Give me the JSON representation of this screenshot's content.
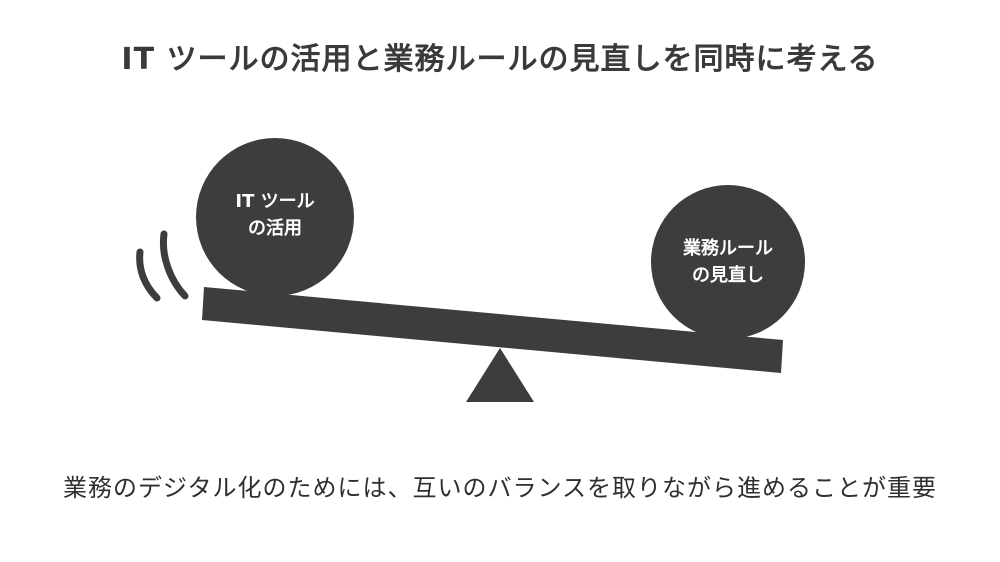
{
  "title": "IT ツールの活用と業務ルールの見直しを同時に考える",
  "left_weight": {
    "line1": "IT ツール",
    "line2": "の活用"
  },
  "right_weight": {
    "line1": "業務ルール",
    "line2": "の見直し"
  },
  "caption": "業務のデジタル化のためには、互いのバランスを取りながら進めることが重要",
  "colors": {
    "dark": "#3d3d3d",
    "text": "#333333"
  }
}
